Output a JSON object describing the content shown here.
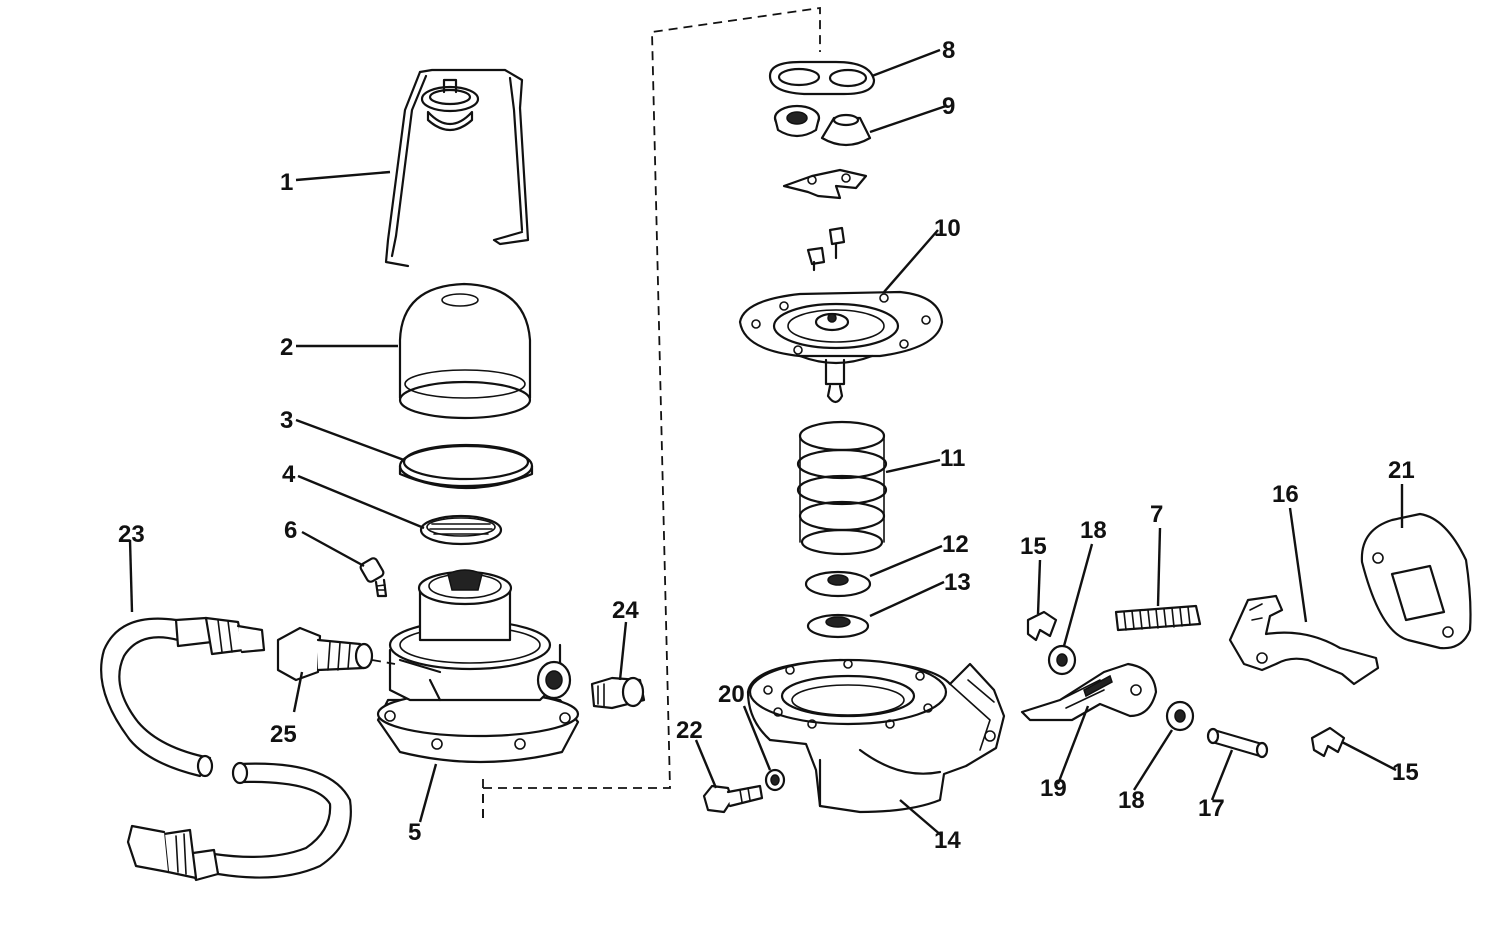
{
  "callouts": {
    "c1": "1",
    "c2": "2",
    "c3": "3",
    "c4": "4",
    "c5": "5",
    "c6": "6",
    "c7": "7",
    "c8": "8",
    "c9": "9",
    "c10": "10",
    "c11": "11",
    "c12": "12",
    "c13": "13",
    "c14": "14",
    "c15a": "15",
    "c15b": "15",
    "c16": "16",
    "c17": "17",
    "c18a": "18",
    "c18b": "18",
    "c19": "19",
    "c20": "20",
    "c21": "21",
    "c22": "22",
    "c23": "23",
    "c24": "24",
    "c25": "25"
  }
}
